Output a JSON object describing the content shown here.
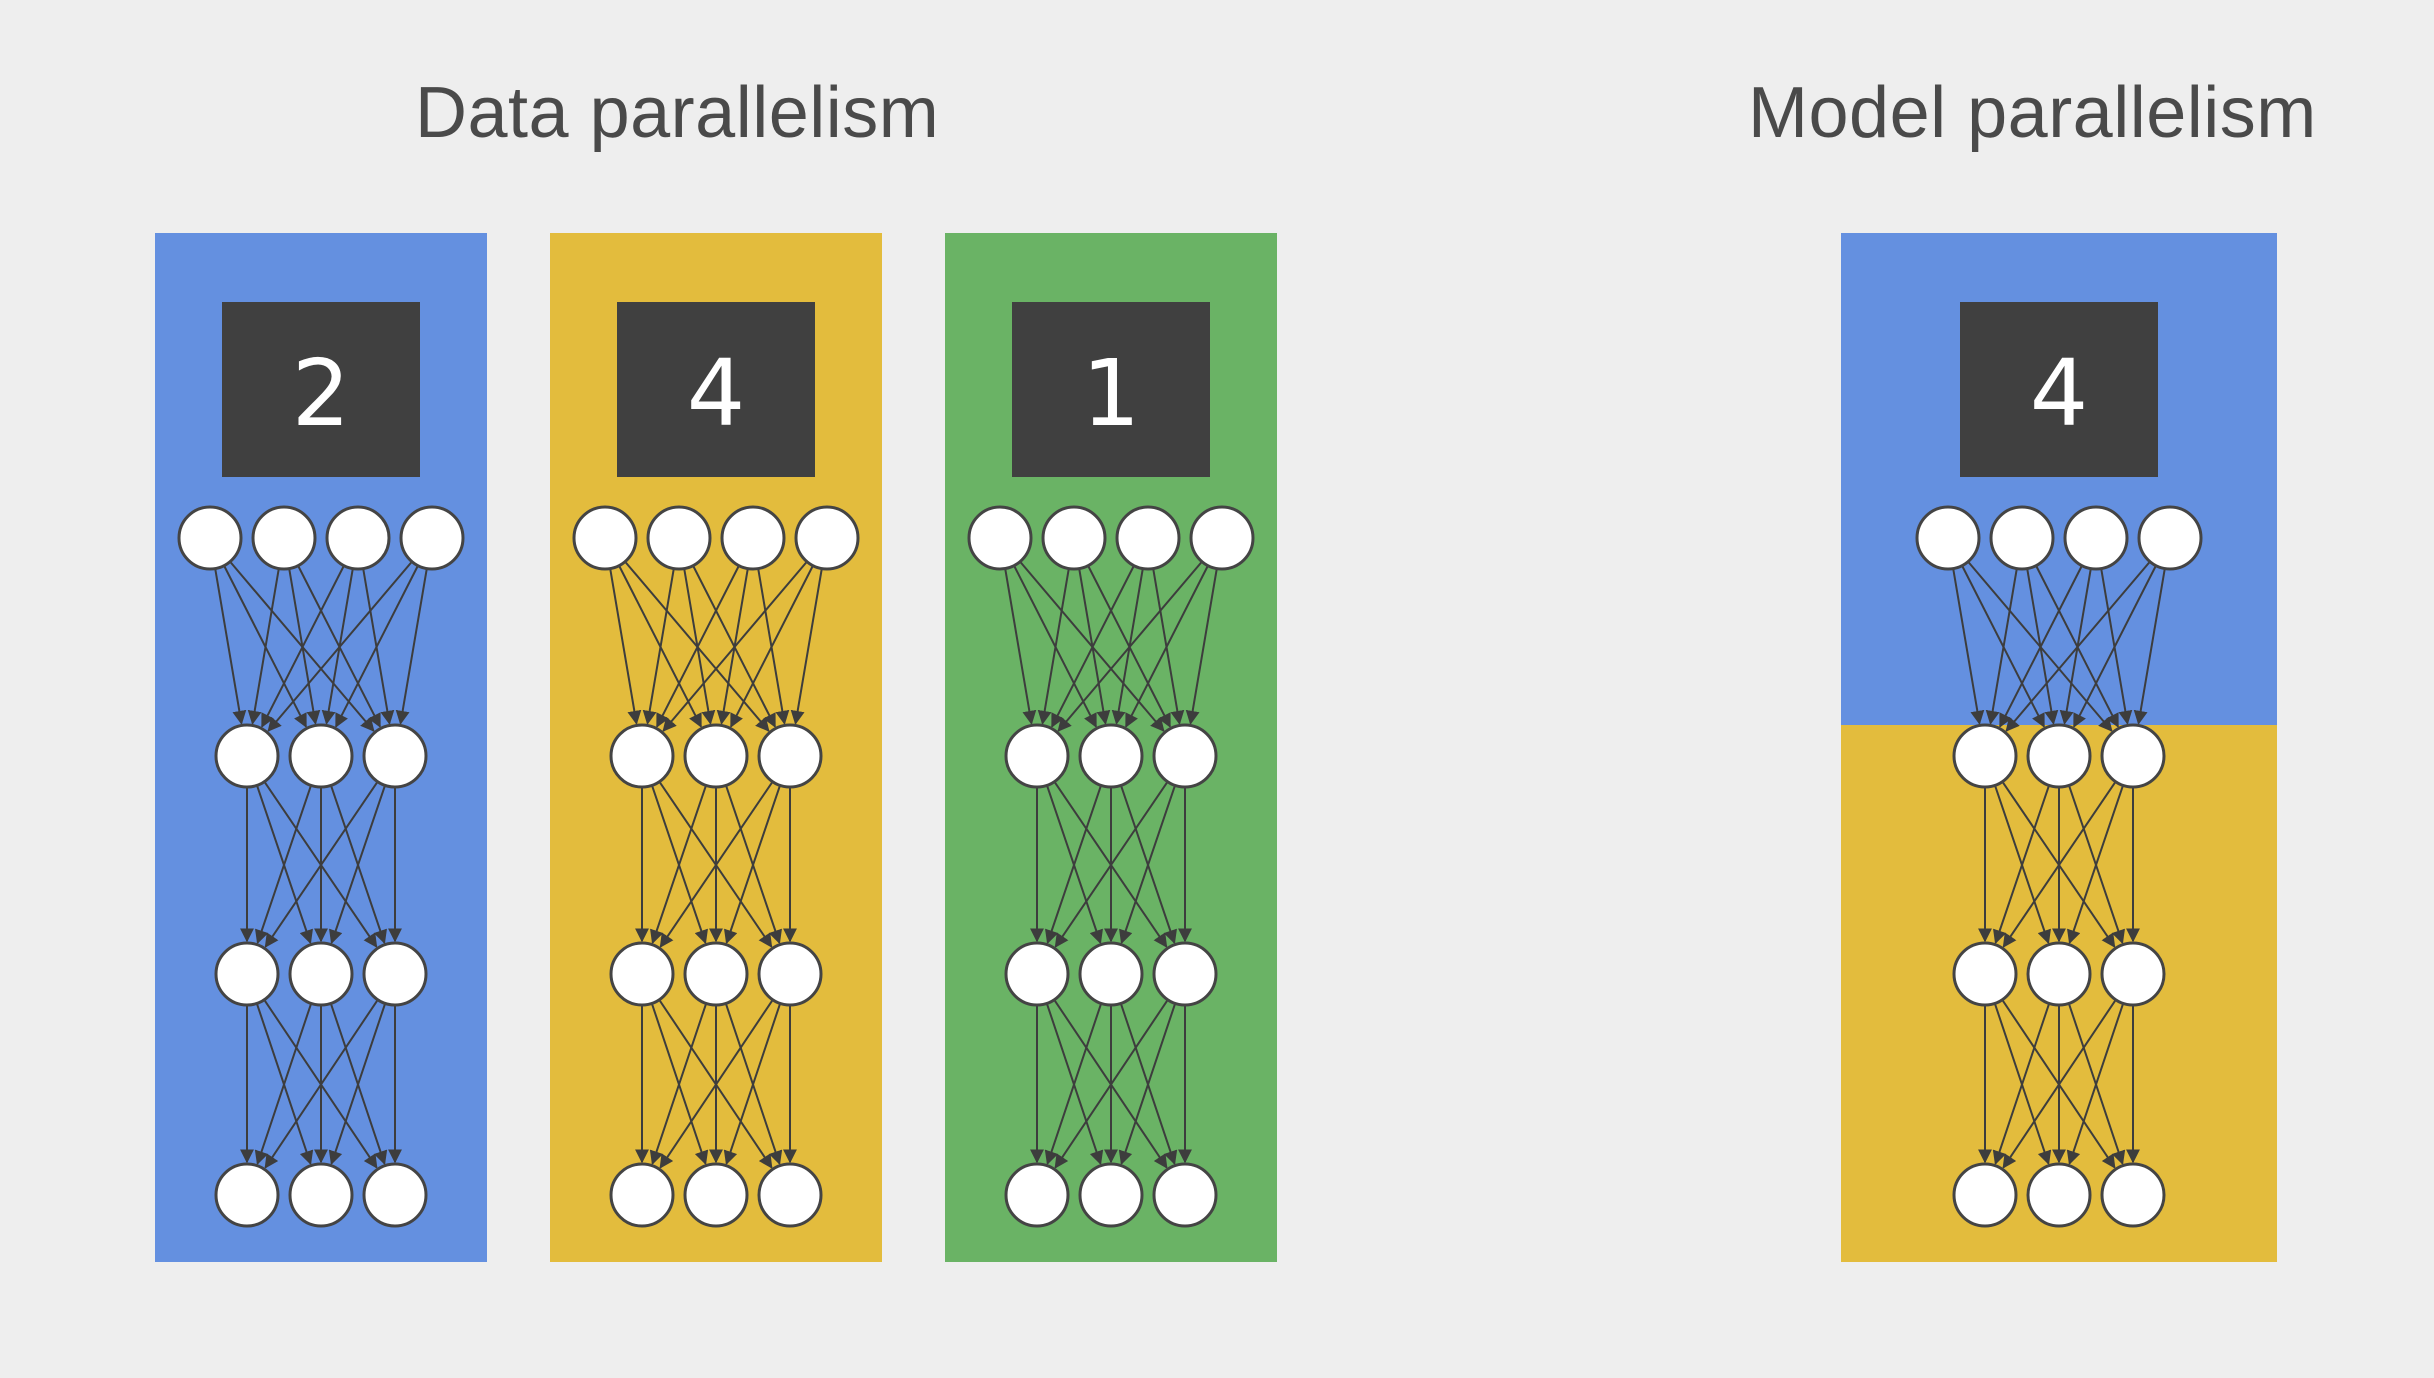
{
  "headings": {
    "data_parallelism": "Data parallelism",
    "model_parallelism": "Model parallelism"
  },
  "network": {
    "layers": [
      4,
      3,
      3,
      3
    ]
  },
  "panels": [
    {
      "id": "data-blue",
      "group": "data",
      "label": "2",
      "colors": [
        "#6490e0"
      ]
    },
    {
      "id": "data-yellow",
      "group": "data",
      "label": "4",
      "colors": [
        "#e3bc3d"
      ]
    },
    {
      "id": "data-green",
      "group": "data",
      "label": "1",
      "colors": [
        "#6ab365"
      ]
    },
    {
      "id": "model-split",
      "group": "model",
      "label": "4",
      "colors": [
        "#6490e0",
        "#e3bc3d"
      ]
    }
  ]
}
